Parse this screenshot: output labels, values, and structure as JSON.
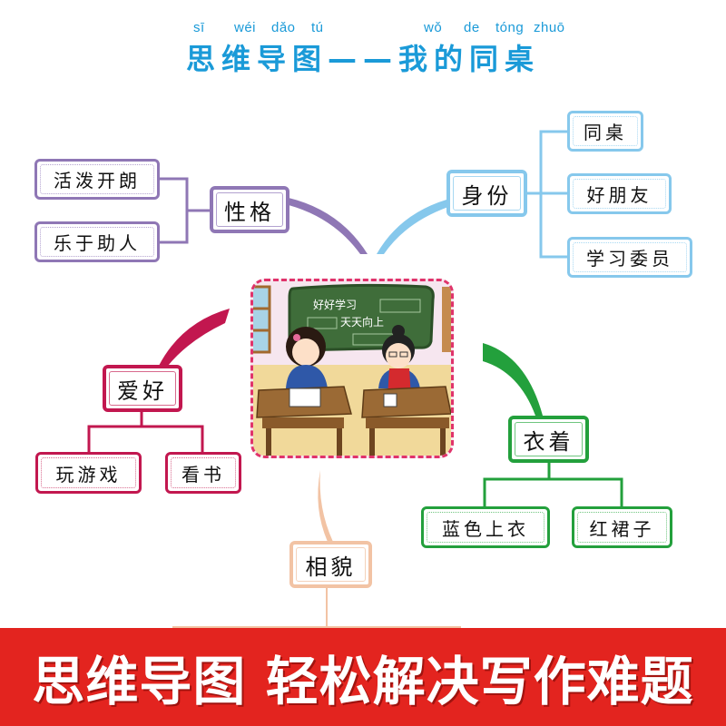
{
  "header": {
    "pinyin": [
      "sī",
      "wéi",
      "dǎo",
      "tú",
      "wǒ",
      "de",
      "tóng",
      "zhuō"
    ],
    "title": "思维导图——我的同桌"
  },
  "center": {
    "image": "classroom-illustration",
    "blackboard_line1": "好好学习",
    "blackboard_line2": "天天向上"
  },
  "branches": {
    "personality": {
      "label": "性格",
      "color": "#8f77b5",
      "children": [
        "活泼开朗",
        "乐于助人"
      ]
    },
    "identity": {
      "label": "身份",
      "color": "#86c8ec",
      "children": [
        "同桌",
        "好朋友",
        "学习委员"
      ]
    },
    "hobby": {
      "label": "爱好",
      "color": "#c2174f",
      "children": [
        "玩游戏",
        "看书"
      ]
    },
    "clothing": {
      "label": "衣着",
      "color": "#23a03c",
      "children": [
        "蓝色上衣",
        "红裙子"
      ]
    },
    "appearance": {
      "label": "相貌",
      "color": "#f2c3a4",
      "children": []
    }
  },
  "banner": {
    "text": "思维导图 轻松解决写作难题",
    "color": "#e3241f"
  }
}
